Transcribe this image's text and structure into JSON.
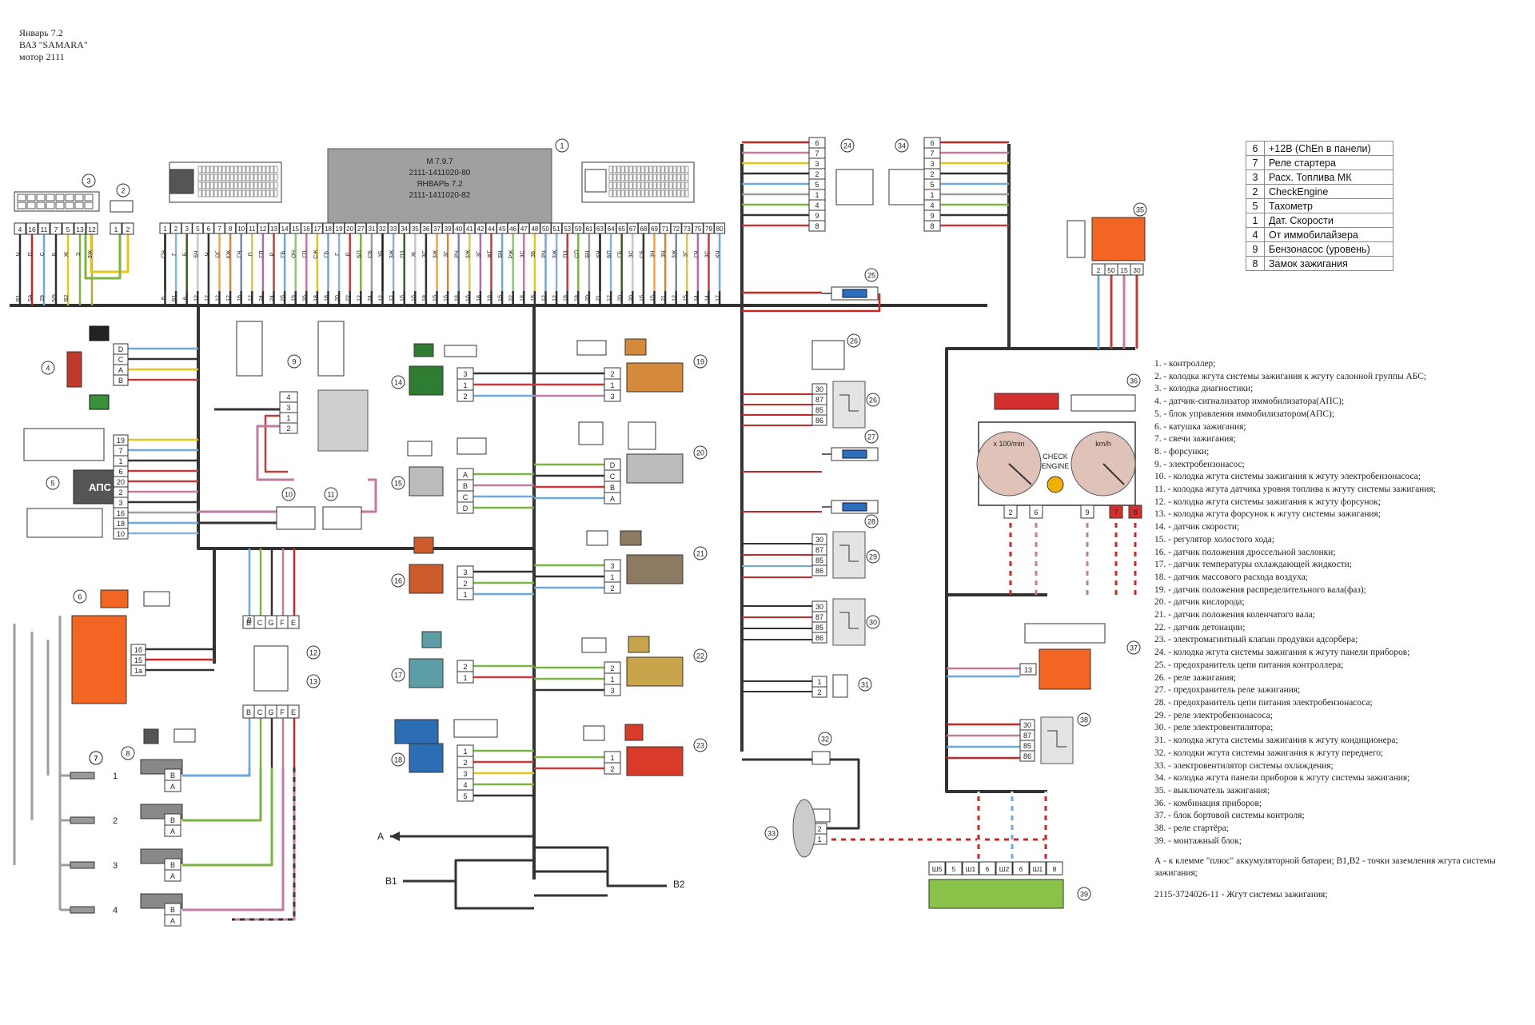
{
  "header": {
    "line1": "Январь 7.2",
    "line2": "ВАЗ \"SAMARA\"",
    "line3": "мотор 2111"
  },
  "ecu": {
    "line1": "M 7.9.7",
    "line2": "2111-1411020-80",
    "line3": "ЯНВАРЬ 7.2",
    "line4": "2111-1411020-82"
  },
  "ecu_pins": [
    "1",
    "2",
    "3",
    "5",
    "6",
    "7",
    "8",
    "10",
    "11",
    "12",
    "13",
    "14",
    "15",
    "16",
    "17",
    "18",
    "19",
    "20",
    "27",
    "31",
    "32",
    "33",
    "34",
    "35",
    "36",
    "37",
    "39",
    "40",
    "41",
    "42",
    "44",
    "45",
    "46",
    "47",
    "48",
    "50",
    "51",
    "53",
    "59",
    "61",
    "63",
    "64",
    "65",
    "67",
    "68",
    "69",
    "71",
    "72",
    "73",
    "75",
    "79",
    "80"
  ],
  "ecu_wires": [
    "СЧ",
    "Г",
    "Б",
    "БЧ",
    "Ч",
    "ОГ",
    "КЖ",
    "ГЧ",
    "П",
    "ГП",
    "Р",
    "ГБ",
    "ОЧ",
    "ГП",
    "СЖ",
    "ГБ",
    "Г",
    "Р",
    "БП",
    "СБ",
    "ЗБ",
    "ЗЖ",
    "ПЗ",
    "Ж",
    "ЗС",
    "ЗЖ",
    "ЗГ",
    "РЧ",
    "ЗЖ",
    "ЗГ",
    "ЖГ",
    "БЧ",
    "РЖ",
    "ЗС",
    "ЗБ",
    "РЧ",
    "ЗЖ",
    "ПЗ",
    "СП",
    "БЧ",
    "КЧ",
    "БП",
    "ГБ",
    "ЗС",
    "СБ",
    "ЗЧ",
    "ЗЧ",
    "ЗЖ",
    "ЗГ",
    "ГЧ",
    "ЗС",
    "КЧ"
  ],
  "ecu_dest": [
    "6",
    "B1",
    "6",
    "12",
    "12",
    "12",
    "12",
    "16",
    "12",
    "24",
    "24",
    "2б",
    "19",
    "2б",
    "18",
    "18",
    "20",
    "22",
    "12",
    "24",
    "12",
    "12",
    "1б",
    "1б",
    "18",
    "1б",
    "1б",
    "18",
    "1б",
    "18",
    "19",
    "1б",
    "22",
    "18",
    "18",
    "12",
    "12",
    "18",
    "18",
    "20",
    "21",
    "12",
    "20",
    "20",
    "1б",
    "15",
    "21",
    "12",
    "15",
    "14",
    "14",
    "17"
  ],
  "diag_pins": [
    "4",
    "16",
    "11",
    "7",
    "5",
    "13",
    "12"
  ],
  "diag_wires": [
    "Ч",
    "П",
    "С",
    "Б",
    "Ж",
    "З",
    "ЗЖ"
  ],
  "diag_dest": [
    "B1",
    "SA",
    "29",
    "5/9",
    "B2"
  ],
  "apk_pins": [
    "1",
    "2"
  ],
  "fn_table": [
    {
      "n": "6",
      "label": "+12В (ChEn в панели)"
    },
    {
      "n": "7",
      "label": "Реле стартера"
    },
    {
      "n": "3",
      "label": "Расх. Топлива МК"
    },
    {
      "n": "2",
      "label": "CheckEngine"
    },
    {
      "n": "5",
      "label": "Тахометр"
    },
    {
      "n": "1",
      "label": "Дат. Скорости"
    },
    {
      "n": "4",
      "label": "От иммобилайзера"
    },
    {
      "n": "9",
      "label": "Бензонасос (уровень)"
    },
    {
      "n": "8",
      "label": "Замок зажигания"
    }
  ],
  "legend": [
    "1. - контроллер;",
    "2. - колодка жгута системы зажигания к жгуту салонной группы АБС;",
    "3. - колодка диагностики;",
    "4. - датчик-сигнализатор иммобилизатора(АПС);",
    "5. - блок управления иммобилизатором(АПС);",
    "6. - катушка зажигания;",
    "7. - свечи зажигания;",
    "8. - форсунки;",
    "9. - электробензонасос;",
    "10. - колодка жгута системы зажигания к жгуту электробензонасоса;",
    "11. - колодка жгута датчика уровня топлива к жгуту системы зажигания;",
    "12. - колодка жгута системы зажигания к жгуту форсунок;",
    "13. - колодка жгута форсунок к жгуту системы зажигания;",
    "14. - датчик скорости;",
    "15. - регулятор холостого хода;",
    "16. - датчик положения дроссельной заслонки;",
    "17. - датчик температуры охлаждающей жидкости;",
    "18. - датчик массового расхода воздуха;",
    "19. - датчик положения распределительного вала(фаз);",
    "20. - датчик кислорода;",
    "21. - датчик положения коленчатого вала;",
    "22. - датчик детонации;",
    "23. - электромагнитный клапан продувки адсорбера;",
    "24. - колодка жгута системы зажигания к жгуту панели приборов;",
    "25. - предохранитель цепи питания контроллера;",
    "26. - реле зажигания;",
    "27. - предохранитель реле зажигания;",
    "28. - предохранитель цепи питания электробензонасоса;",
    "29. - реле электробензонасоса;",
    "30. - реле электровентилятора;",
    "31. - колодка жгута системы зажигания к жгуту кондиционера;",
    "32. - колодки жгута системы зажигания к жгуту переднего;",
    "33. - электровентилятор системы охлаждения;",
    "34. - колодка жгута панели приборов к жгуту системы зажигания;",
    "35. - выключатель зажигания;",
    "36. - комбинация приборов;",
    "37. - блок бортовой системы контроля;",
    "38. - реле стартёра;",
    "39. - монтажный блок;"
  ],
  "notes": {
    "battery": "А - к клемме \"плюс\" аккумуляторной батареи; В1,В2 - точки заземления жгута системы зажигания;",
    "harness": "2115-3724026-11 - Жгут системы зажигания;"
  },
  "instrument": {
    "tacho_label": "x 100/min",
    "speedo_label": "km/h",
    "check_line1": "CHECK",
    "check_line2": "ENGINE",
    "pins": [
      "2",
      "6",
      "9",
      "7",
      "8"
    ]
  },
  "labels": {
    "aps": "АПС",
    "a": "А",
    "b1": "В1",
    "b2": "В2",
    "mb": [
      "Ш5",
      "5",
      "Ш1",
      "6",
      "Ш2",
      "6",
      "Ш1",
      "8"
    ]
  },
  "callouts": [
    "1",
    "2",
    "3",
    "4",
    "5",
    "6",
    "7",
    "8",
    "9",
    "10",
    "11",
    "12",
    "13",
    "14",
    "15",
    "16",
    "17",
    "18",
    "19",
    "20",
    "21",
    "22",
    "23",
    "24",
    "25",
    "26",
    "27",
    "28",
    "29",
    "30",
    "31",
    "32",
    "33",
    "34",
    "35",
    "36",
    "37",
    "38",
    "39"
  ],
  "plugs": [
    "1",
    "2",
    "3",
    "4"
  ],
  "relay_pins": [
    "30",
    "87",
    "85",
    "86"
  ],
  "colors": {
    "bus": "#333333",
    "red": "#c62828",
    "blue": "#6fa8dc",
    "green": "#7cb342",
    "yellow": "#e6c619",
    "pink": "#c27ba0",
    "gray": "#9e9e9e",
    "orange": "#e67e22",
    "ecu_box": "#a0a0a0",
    "mb_green": "#8bc34a",
    "module_orange": "#f26522",
    "fuse_blue": "#2c6fbb"
  }
}
